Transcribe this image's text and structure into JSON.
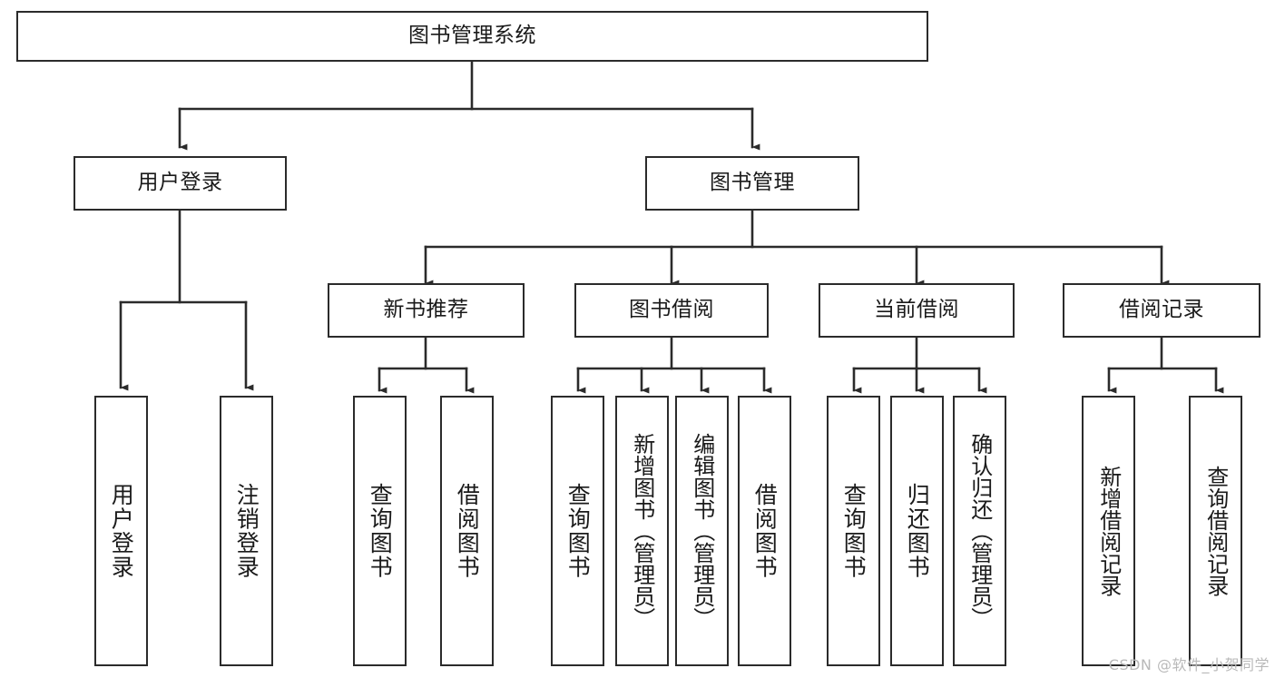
{
  "diagram": {
    "title": "图书管理系统",
    "type": "tree",
    "watermark": "CSDN @软件_小贺同学",
    "line_color": "#2b2b2b",
    "background": "#ffffff",
    "text_color": "#1a1a1a"
  },
  "nodes": {
    "root": {
      "label": "图书管理系统"
    },
    "level2": [
      {
        "label": "用户登录"
      },
      {
        "label": "图书管理"
      }
    ],
    "level3": [
      {
        "label": "新书推荐"
      },
      {
        "label": "图书借阅"
      },
      {
        "label": "当前借阅"
      },
      {
        "label": "借阅记录"
      }
    ],
    "leaves": {
      "user_login": [
        {
          "label": "用户登录"
        },
        {
          "label": "注销登录"
        }
      ],
      "new_book": [
        {
          "label": "查询图书"
        },
        {
          "label": "借阅图书"
        }
      ],
      "book_borrow": [
        {
          "label": "查询图书"
        },
        {
          "label": "新增图书（管理员）"
        },
        {
          "label": "编辑图书（管理员）"
        },
        {
          "label": "借阅图书"
        }
      ],
      "current_borrow": [
        {
          "label": "查询图书"
        },
        {
          "label": "归还图书"
        },
        {
          "label": "确认归还（管理员）"
        }
      ],
      "borrow_record": [
        {
          "label": "新增借阅记录"
        },
        {
          "label": "查询借阅记录"
        }
      ]
    }
  },
  "chart_data": {
    "type": "table",
    "title": "图书管理系统 功能结构图",
    "hierarchy": {
      "name": "图书管理系统",
      "children": [
        {
          "name": "用户登录",
          "children": [
            {
              "name": "用户登录"
            },
            {
              "name": "注销登录"
            }
          ]
        },
        {
          "name": "图书管理",
          "children": [
            {
              "name": "新书推荐",
              "children": [
                {
                  "name": "查询图书"
                },
                {
                  "name": "借阅图书"
                }
              ]
            },
            {
              "name": "图书借阅",
              "children": [
                {
                  "name": "查询图书"
                },
                {
                  "name": "新增图书（管理员）"
                },
                {
                  "name": "编辑图书（管理员）"
                },
                {
                  "name": "借阅图书"
                }
              ]
            },
            {
              "name": "当前借阅",
              "children": [
                {
                  "name": "查询图书"
                },
                {
                  "name": "归还图书"
                },
                {
                  "name": "确认归还（管理员）"
                }
              ]
            },
            {
              "name": "借阅记录",
              "children": [
                {
                  "name": "新增借阅记录"
                },
                {
                  "name": "查询借阅记录"
                }
              ]
            }
          ]
        }
      ]
    }
  }
}
